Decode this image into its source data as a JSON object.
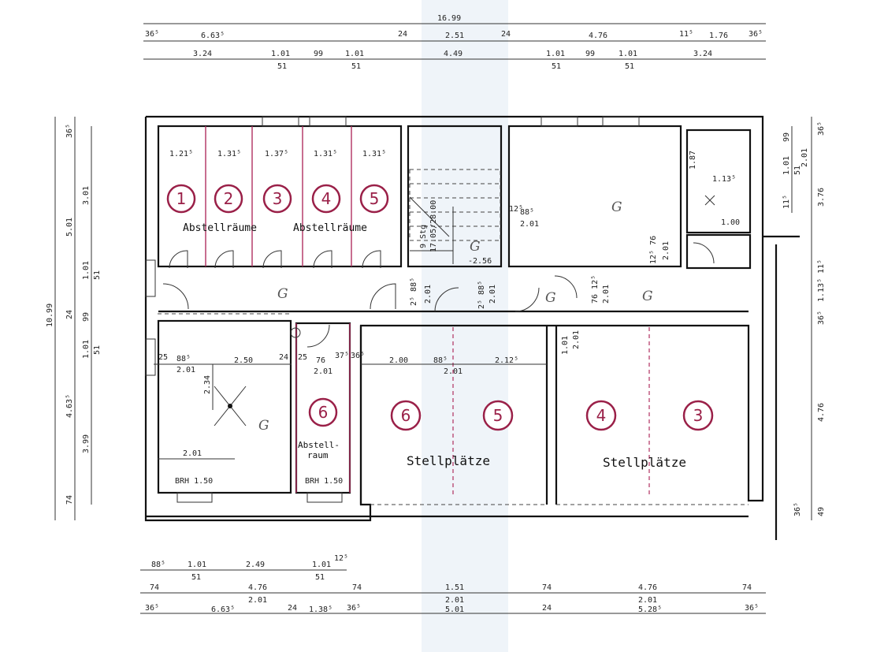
{
  "dims_top": {
    "r1": [
      "16.99"
    ],
    "r2": [
      "36⁵",
      "6.63⁵",
      "24",
      "2.51",
      "24",
      "4.76",
      "11⁵",
      "1.76",
      "36⁵"
    ],
    "r3": [
      "3.24",
      "1.01",
      "99",
      "1.01",
      "4.49",
      "1.01",
      "99",
      "1.01",
      "3.24"
    ],
    "r3sub": [
      "51",
      "51",
      "51",
      "51"
    ]
  },
  "dims_left": {
    "outer": "10.99",
    "mid": [
      "36⁵",
      "5.01",
      "24",
      "4.63⁵",
      "74"
    ],
    "inner": [
      "3.01",
      "1.01",
      "99",
      "1.01",
      "3.99"
    ],
    "inner_sub": [
      "51",
      "51"
    ]
  },
  "dims_right": {
    "outer": [
      "36⁵",
      "3.76",
      "11⁵",
      "1.13⁵",
      "36⁵",
      "4.76",
      "49"
    ],
    "inner": [
      "99",
      "1.01",
      "2.01",
      "51",
      "11⁵",
      "36⁵"
    ]
  },
  "dims_bottom": {
    "r1": [
      "88⁵",
      "1.01",
      "2.49",
      "1.01",
      "12⁵"
    ],
    "r1sub": [
      "51",
      "51"
    ],
    "r2": [
      "74",
      "4.76",
      "74",
      "1.51",
      "74",
      "4.76",
      "74"
    ],
    "r2sub": [
      "2.01",
      "2.01",
      "2.01"
    ],
    "r3": [
      "36⁵",
      "6.63⁵",
      "24",
      "1.38⁵",
      "36⁵",
      "5.01",
      "24",
      "5.28⁵",
      "36⁵"
    ]
  },
  "storage": {
    "widths": [
      "1.21⁵",
      "1.31⁵",
      "1.37⁵",
      "1.31⁵",
      "1.31⁵"
    ],
    "numbers": [
      "1",
      "2",
      "3",
      "4",
      "5"
    ],
    "label_left": "Abstellräume",
    "label_right": "Abstellräume"
  },
  "stair": {
    "note1": "9 Stg",
    "note2": "17.05/28.00",
    "level": "-2.56",
    "d1": "12⁵",
    "d2": "88⁵",
    "d3": "2.01",
    "d4": "2⁵ 88⁵",
    "d5": "2.01",
    "d6": "2⁵ 88⁵",
    "d7": "2.01"
  },
  "upper_right": {
    "d1": "1.87",
    "d2": "1.13⁵",
    "d3": "1.00",
    "d4": "12⁵ 76",
    "d5": "2.01",
    "d6": "76 12⁵",
    "d7": "2.01"
  },
  "lower_left": {
    "d1": "25",
    "d2": "88⁵",
    "d3": "2.50",
    "d4": "2.01",
    "d5": "2.34",
    "d6": "2.01",
    "brh": "BRH 1.50"
  },
  "room6": {
    "d1": "24",
    "d2": "25",
    "d3": "76",
    "d4": "37⁵",
    "d5": "36⁵",
    "d6": "2.01",
    "number": "6",
    "label1": "Abstell-",
    "label2": "raum",
    "brh": "BRH 1.50"
  },
  "garage_a": {
    "d1": "2.00",
    "d2": "88⁵",
    "d3": "2.12⁵",
    "d4": "2.01",
    "numbers": [
      "6",
      "5"
    ],
    "label": "Stellplätze"
  },
  "garage_b": {
    "d1": "1.01",
    "d2": "2.01",
    "numbers": [
      "4",
      "3"
    ],
    "label": "Stellplätze"
  },
  "g_mark": "G"
}
